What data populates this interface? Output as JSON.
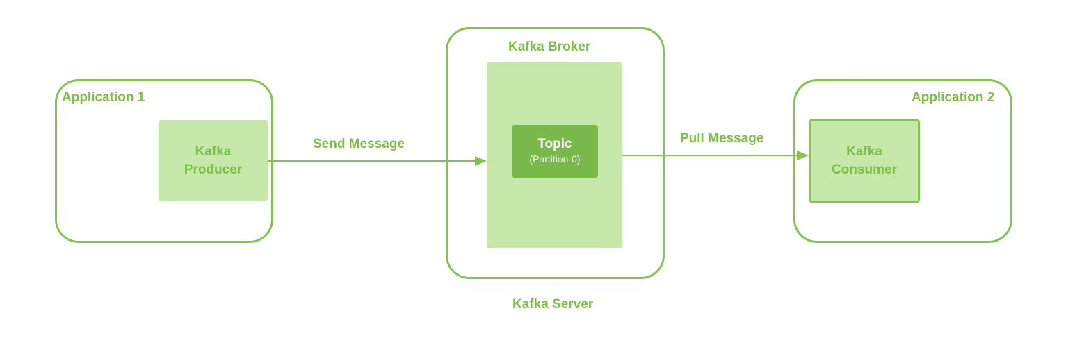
{
  "application1": {
    "label": "Application 1",
    "producer_line1": "Kafka",
    "producer_line2": "Producer"
  },
  "server": {
    "broker_label": "Kafka Broker",
    "topic_title": "Topic",
    "topic_partition": "(Partition-0)",
    "server_label": "Kafka Server"
  },
  "application2": {
    "label": "Application 2",
    "consumer_line1": "Kafka",
    "consumer_line2": "Consumer"
  },
  "edges": {
    "send": "Send Message",
    "pull": "Pull Message"
  },
  "colors": {
    "stroke": "#84c350",
    "fill_light": "#c7e8ab",
    "fill_dark": "#79b84a",
    "text": "#7cbf46"
  }
}
